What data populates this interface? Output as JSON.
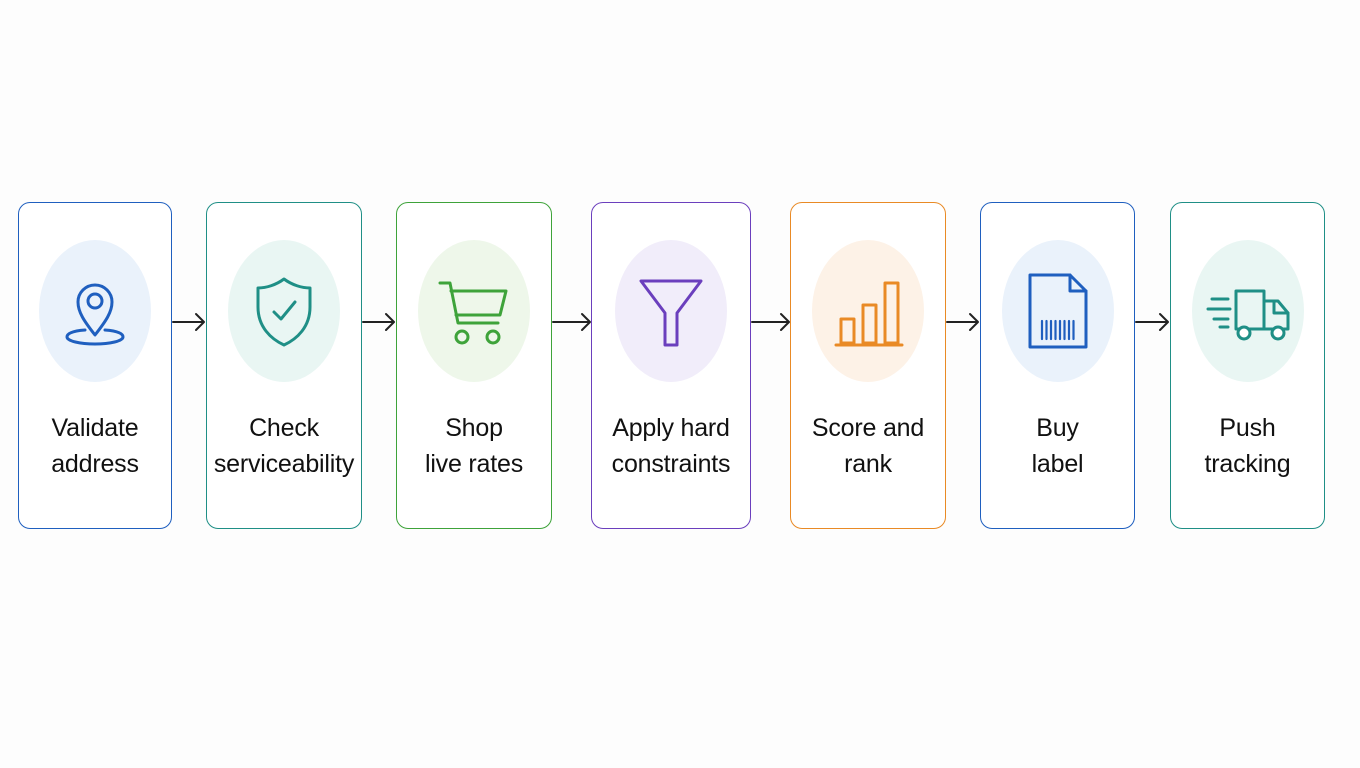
{
  "steps": [
    {
      "line1": "Validate",
      "line2": "address",
      "icon": "location-pin-icon",
      "color": "#1f5fbf",
      "tint": "#eaf2fb"
    },
    {
      "line1": "Check",
      "line2": "serviceability",
      "icon": "shield-check-icon",
      "color": "#1f8f86",
      "tint": "#e9f6f3"
    },
    {
      "line1": "Shop",
      "line2": "live rates",
      "icon": "shopping-cart-icon",
      "color": "#3ea33a",
      "tint": "#eef7ea"
    },
    {
      "line1": "Apply hard",
      "line2": "constraints",
      "icon": "filter-funnel-icon",
      "color": "#6b3fbd",
      "tint": "#f1edfa"
    },
    {
      "line1": "Score and",
      "line2": "rank",
      "icon": "bar-chart-icon",
      "color": "#e98a25",
      "tint": "#fdf2e7"
    },
    {
      "line1": "Buy",
      "line2": "label",
      "icon": "barcode-label-icon",
      "color": "#1f5fbf",
      "tint": "#eaf2fb"
    },
    {
      "line1": "Push",
      "line2": "tracking",
      "icon": "delivery-truck-icon",
      "color": "#1f8f86",
      "tint": "#e9f6f3"
    }
  ],
  "arrow_color": "#222222"
}
